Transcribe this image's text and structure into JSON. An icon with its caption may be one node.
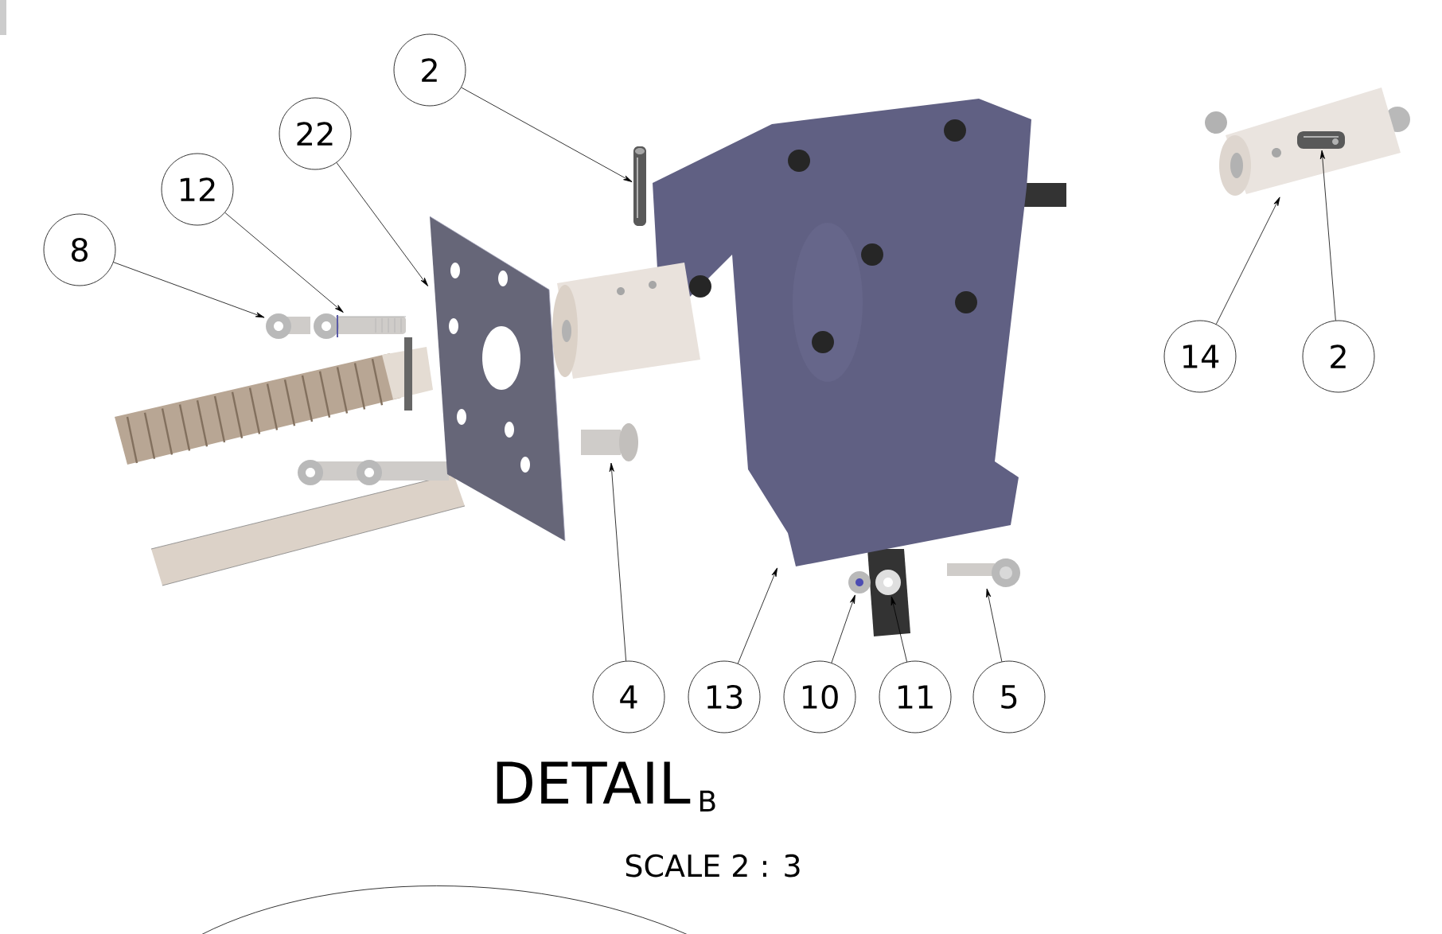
{
  "diagram": {
    "nodes": [
      {
        "text": [
          "2"
        ]
      },
      {
        "text": [
          "22"
        ]
      },
      {
        "text": [
          "12"
        ]
      },
      {
        "text": [
          "8"
        ]
      },
      {
        "text": [
          "14"
        ]
      },
      {
        "text": [
          "2"
        ]
      },
      {
        "text": [
          "4"
        ]
      },
      {
        "text": [
          "13"
        ]
      },
      {
        "text": [
          "10"
        ]
      },
      {
        "text": [
          "11"
        ]
      },
      {
        "text": [
          "5"
        ]
      },
      {
        "text": [],
        "shape": "picture"
      },
      {
        "text": [],
        "shape": "picture"
      },
      {
        "text": [],
        "shape": "picture"
      },
      {
        "text": [],
        "shape": "picture"
      },
      {
        "text": [],
        "shape": "picture"
      },
      {
        "text": [],
        "shape": "picture",
        "in": 15
      },
      {
        "text": [],
        "shape": "picture"
      },
      {
        "text": [],
        "shape": "picture"
      },
      {
        "text": [],
        "shape": "picture"
      },
      {
        "text": [],
        "shape": "picture"
      },
      {
        "text": [],
        "shape": "picture"
      }
    ],
    "edges": [
      {
        "from": 0,
        "to": 11,
        "arrow": "to"
      },
      {
        "from": 1,
        "to": 12,
        "arrow": "to"
      },
      {
        "from": 2,
        "to": 14,
        "arrow": "to"
      },
      {
        "from": 3,
        "to": 13,
        "arrow": "to"
      },
      {
        "from": 4,
        "to": 15,
        "arrow": "to"
      },
      {
        "from": 5,
        "to": 16,
        "arrow": "to"
      },
      {
        "from": 6,
        "to": 17,
        "arrow": "to"
      },
      {
        "from": 7,
        "to": 18,
        "arrow": "to"
      },
      {
        "from": 8,
        "to": 19,
        "arrow": "to"
      },
      {
        "from": 9,
        "to": 20,
        "arrow": "to"
      },
      {
        "from": 10,
        "to": 21,
        "arrow": "to"
      }
    ],
    "labels": [
      "DETAIL",
      "B",
      "SCALE 2 : 3"
    ]
  }
}
